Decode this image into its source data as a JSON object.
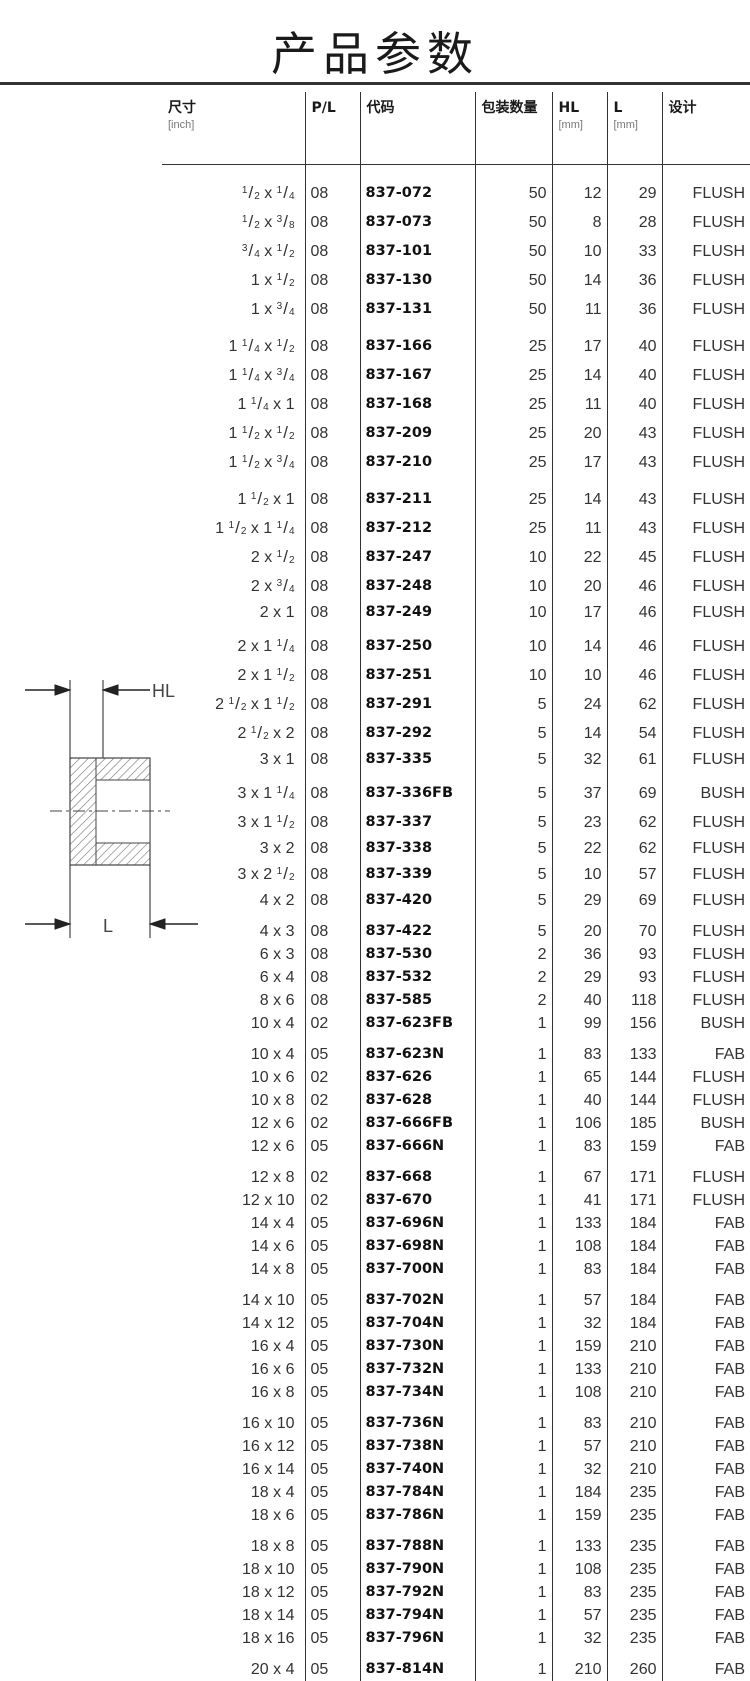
{
  "page": {
    "title": "产品参数"
  },
  "table": {
    "headers": [
      {
        "label": "尺寸",
        "unit": "[inch]"
      },
      {
        "label": "P/L",
        "unit": ""
      },
      {
        "label": "代码",
        "unit": ""
      },
      {
        "label": "包装数量",
        "unit": ""
      },
      {
        "label": "HL",
        "unit": "[mm]"
      },
      {
        "label": "L",
        "unit": "[mm]"
      },
      {
        "label": "设计",
        "unit": ""
      }
    ],
    "groups": [
      [
        {
          "size": [
            [
              null,
              "1",
              "2"
            ],
            [
              null,
              "1",
              "4"
            ]
          ],
          "pl": "08",
          "code": "837-072",
          "pack": "50",
          "hl": "12",
          "l": "29",
          "design": "FLUSH"
        },
        {
          "size": [
            [
              null,
              "1",
              "2"
            ],
            [
              null,
              "3",
              "8"
            ]
          ],
          "pl": "08",
          "code": "837-073",
          "pack": "50",
          "hl": "8",
          "l": "28",
          "design": "FLUSH"
        },
        {
          "size": [
            [
              null,
              "3",
              "4"
            ],
            [
              null,
              "1",
              "2"
            ]
          ],
          "pl": "08",
          "code": "837-101",
          "pack": "50",
          "hl": "10",
          "l": "33",
          "design": "FLUSH"
        },
        {
          "size": [
            [
              "1"
            ],
            [
              null,
              "1",
              "2"
            ]
          ],
          "pl": "08",
          "code": "837-130",
          "pack": "50",
          "hl": "14",
          "l": "36",
          "design": "FLUSH"
        },
        {
          "size": [
            [
              "1"
            ],
            [
              null,
              "3",
              "4"
            ]
          ],
          "pl": "08",
          "code": "837-131",
          "pack": "50",
          "hl": "11",
          "l": "36",
          "design": "FLUSH"
        }
      ],
      [
        {
          "size": [
            [
              "1",
              "1",
              "4"
            ],
            [
              null,
              "1",
              "2"
            ]
          ],
          "pl": "08",
          "code": "837-166",
          "pack": "25",
          "hl": "17",
          "l": "40",
          "design": "FLUSH"
        },
        {
          "size": [
            [
              "1",
              "1",
              "4"
            ],
            [
              null,
              "3",
              "4"
            ]
          ],
          "pl": "08",
          "code": "837-167",
          "pack": "25",
          "hl": "14",
          "l": "40",
          "design": "FLUSH"
        },
        {
          "size": [
            [
              "1",
              "1",
              "4"
            ],
            [
              "1"
            ]
          ],
          "pl": "08",
          "code": "837-168",
          "pack": "25",
          "hl": "11",
          "l": "40",
          "design": "FLUSH"
        },
        {
          "size": [
            [
              "1",
              "1",
              "2"
            ],
            [
              null,
              "1",
              "2"
            ]
          ],
          "pl": "08",
          "code": "837-209",
          "pack": "25",
          "hl": "20",
          "l": "43",
          "design": "FLUSH"
        },
        {
          "size": [
            [
              "1",
              "1",
              "2"
            ],
            [
              null,
              "3",
              "4"
            ]
          ],
          "pl": "08",
          "code": "837-210",
          "pack": "25",
          "hl": "17",
          "l": "43",
          "design": "FLUSH"
        }
      ],
      [
        {
          "size": [
            [
              "1",
              "1",
              "2"
            ],
            [
              "1"
            ]
          ],
          "pl": "08",
          "code": "837-211",
          "pack": "25",
          "hl": "14",
          "l": "43",
          "design": "FLUSH"
        },
        {
          "size": [
            [
              "1",
              "1",
              "2"
            ],
            [
              "1",
              "1",
              "4"
            ]
          ],
          "pl": "08",
          "code": "837-212",
          "pack": "25",
          "hl": "11",
          "l": "43",
          "design": "FLUSH"
        },
        {
          "size": [
            [
              "2"
            ],
            [
              null,
              "1",
              "2"
            ]
          ],
          "pl": "08",
          "code": "837-247",
          "pack": "10",
          "hl": "22",
          "l": "45",
          "design": "FLUSH"
        },
        {
          "size": [
            [
              "2"
            ],
            [
              null,
              "3",
              "4"
            ]
          ],
          "pl": "08",
          "code": "837-248",
          "pack": "10",
          "hl": "20",
          "l": "46",
          "design": "FLUSH"
        },
        {
          "size": [
            [
              "2"
            ],
            [
              "1"
            ]
          ],
          "pl": "08",
          "code": "837-249",
          "pack": "10",
          "hl": "17",
          "l": "46",
          "design": "FLUSH"
        }
      ],
      [
        {
          "size": [
            [
              "2"
            ],
            [
              "1",
              "1",
              "4"
            ]
          ],
          "pl": "08",
          "code": "837-250",
          "pack": "10",
          "hl": "14",
          "l": "46",
          "design": "FLUSH"
        },
        {
          "size": [
            [
              "2"
            ],
            [
              "1",
              "1",
              "2"
            ]
          ],
          "pl": "08",
          "code": "837-251",
          "pack": "10",
          "hl": "10",
          "l": "46",
          "design": "FLUSH"
        },
        {
          "size": [
            [
              "2",
              "1",
              "2"
            ],
            [
              "1",
              "1",
              "2"
            ]
          ],
          "pl": "08",
          "code": "837-291",
          "pack": "5",
          "hl": "24",
          "l": "62",
          "design": "FLUSH"
        },
        {
          "size": [
            [
              "2",
              "1",
              "2"
            ],
            [
              "2"
            ]
          ],
          "pl": "08",
          "code": "837-292",
          "pack": "5",
          "hl": "14",
          "l": "54",
          "design": "FLUSH"
        },
        {
          "size": [
            [
              "3"
            ],
            [
              "1"
            ]
          ],
          "pl": "08",
          "code": "837-335",
          "pack": "5",
          "hl": "32",
          "l": "61",
          "design": "FLUSH"
        }
      ],
      [
        {
          "size": [
            [
              "3"
            ],
            [
              "1",
              "1",
              "4"
            ]
          ],
          "pl": "08",
          "code": "837-336FB",
          "pack": "5",
          "hl": "37",
          "l": "69",
          "design": "BUSH"
        },
        {
          "size": [
            [
              "3"
            ],
            [
              "1",
              "1",
              "2"
            ]
          ],
          "pl": "08",
          "code": "837-337",
          "pack": "5",
          "hl": "23",
          "l": "62",
          "design": "FLUSH"
        },
        {
          "size": [
            [
              "3"
            ],
            [
              "2"
            ]
          ],
          "pl": "08",
          "code": "837-338",
          "pack": "5",
          "hl": "22",
          "l": "62",
          "design": "FLUSH"
        },
        {
          "size": [
            [
              "3"
            ],
            [
              "2",
              "1",
              "2"
            ]
          ],
          "pl": "08",
          "code": "837-339",
          "pack": "5",
          "hl": "10",
          "l": "57",
          "design": "FLUSH"
        },
        {
          "size": [
            [
              "4"
            ],
            [
              "2"
            ]
          ],
          "pl": "08",
          "code": "837-420",
          "pack": "5",
          "hl": "29",
          "l": "69",
          "design": "FLUSH"
        }
      ],
      [
        {
          "size": [
            [
              "4"
            ],
            [
              "3"
            ]
          ],
          "pl": "08",
          "code": "837-422",
          "pack": "5",
          "hl": "20",
          "l": "70",
          "design": "FLUSH"
        },
        {
          "size": [
            [
              "6"
            ],
            [
              "3"
            ]
          ],
          "pl": "08",
          "code": "837-530",
          "pack": "2",
          "hl": "36",
          "l": "93",
          "design": "FLUSH"
        },
        {
          "size": [
            [
              "6"
            ],
            [
              "4"
            ]
          ],
          "pl": "08",
          "code": "837-532",
          "pack": "2",
          "hl": "29",
          "l": "93",
          "design": "FLUSH"
        },
        {
          "size": [
            [
              "8"
            ],
            [
              "6"
            ]
          ],
          "pl": "08",
          "code": "837-585",
          "pack": "2",
          "hl": "40",
          "l": "118",
          "design": "FLUSH"
        },
        {
          "size": [
            [
              "10"
            ],
            [
              "4"
            ]
          ],
          "pl": "02",
          "code": "837-623FB",
          "pack": "1",
          "hl": "99",
          "l": "156",
          "design": "BUSH"
        }
      ],
      [
        {
          "size": [
            [
              "10"
            ],
            [
              "4"
            ]
          ],
          "pl": "05",
          "code": "837-623N",
          "pack": "1",
          "hl": "83",
          "l": "133",
          "design": "FAB"
        },
        {
          "size": [
            [
              "10"
            ],
            [
              "6"
            ]
          ],
          "pl": "02",
          "code": "837-626",
          "pack": "1",
          "hl": "65",
          "l": "144",
          "design": "FLUSH"
        },
        {
          "size": [
            [
              "10"
            ],
            [
              "8"
            ]
          ],
          "pl": "02",
          "code": "837-628",
          "pack": "1",
          "hl": "40",
          "l": "144",
          "design": "FLUSH"
        },
        {
          "size": [
            [
              "12"
            ],
            [
              "6"
            ]
          ],
          "pl": "02",
          "code": "837-666FB",
          "pack": "1",
          "hl": "106",
          "l": "185",
          "design": "BUSH"
        },
        {
          "size": [
            [
              "12"
            ],
            [
              "6"
            ]
          ],
          "pl": "05",
          "code": "837-666N",
          "pack": "1",
          "hl": "83",
          "l": "159",
          "design": "FAB"
        }
      ],
      [
        {
          "size": [
            [
              "12"
            ],
            [
              "8"
            ]
          ],
          "pl": "02",
          "code": "837-668",
          "pack": "1",
          "hl": "67",
          "l": "171",
          "design": "FLUSH"
        },
        {
          "size": [
            [
              "12"
            ],
            [
              "10"
            ]
          ],
          "pl": "02",
          "code": "837-670",
          "pack": "1",
          "hl": "41",
          "l": "171",
          "design": "FLUSH"
        },
        {
          "size": [
            [
              "14"
            ],
            [
              "4"
            ]
          ],
          "pl": "05",
          "code": "837-696N",
          "pack": "1",
          "hl": "133",
          "l": "184",
          "design": "FAB"
        },
        {
          "size": [
            [
              "14"
            ],
            [
              "6"
            ]
          ],
          "pl": "05",
          "code": "837-698N",
          "pack": "1",
          "hl": "108",
          "l": "184",
          "design": "FAB"
        },
        {
          "size": [
            [
              "14"
            ],
            [
              "8"
            ]
          ],
          "pl": "05",
          "code": "837-700N",
          "pack": "1",
          "hl": "83",
          "l": "184",
          "design": "FAB"
        }
      ],
      [
        {
          "size": [
            [
              "14"
            ],
            [
              "10"
            ]
          ],
          "pl": "05",
          "code": "837-702N",
          "pack": "1",
          "hl": "57",
          "l": "184",
          "design": "FAB"
        },
        {
          "size": [
            [
              "14"
            ],
            [
              "12"
            ]
          ],
          "pl": "05",
          "code": "837-704N",
          "pack": "1",
          "hl": "32",
          "l": "184",
          "design": "FAB"
        },
        {
          "size": [
            [
              "16"
            ],
            [
              "4"
            ]
          ],
          "pl": "05",
          "code": "837-730N",
          "pack": "1",
          "hl": "159",
          "l": "210",
          "design": "FAB"
        },
        {
          "size": [
            [
              "16"
            ],
            [
              "6"
            ]
          ],
          "pl": "05",
          "code": "837-732N",
          "pack": "1",
          "hl": "133",
          "l": "210",
          "design": "FAB"
        },
        {
          "size": [
            [
              "16"
            ],
            [
              "8"
            ]
          ],
          "pl": "05",
          "code": "837-734N",
          "pack": "1",
          "hl": "108",
          "l": "210",
          "design": "FAB"
        }
      ],
      [
        {
          "size": [
            [
              "16"
            ],
            [
              "10"
            ]
          ],
          "pl": "05",
          "code": "837-736N",
          "pack": "1",
          "hl": "83",
          "l": "210",
          "design": "FAB"
        },
        {
          "size": [
            [
              "16"
            ],
            [
              "12"
            ]
          ],
          "pl": "05",
          "code": "837-738N",
          "pack": "1",
          "hl": "57",
          "l": "210",
          "design": "FAB"
        },
        {
          "size": [
            [
              "16"
            ],
            [
              "14"
            ]
          ],
          "pl": "05",
          "code": "837-740N",
          "pack": "1",
          "hl": "32",
          "l": "210",
          "design": "FAB"
        },
        {
          "size": [
            [
              "18"
            ],
            [
              "4"
            ]
          ],
          "pl": "05",
          "code": "837-784N",
          "pack": "1",
          "hl": "184",
          "l": "235",
          "design": "FAB"
        },
        {
          "size": [
            [
              "18"
            ],
            [
              "6"
            ]
          ],
          "pl": "05",
          "code": "837-786N",
          "pack": "1",
          "hl": "159",
          "l": "235",
          "design": "FAB"
        }
      ],
      [
        {
          "size": [
            [
              "18"
            ],
            [
              "8"
            ]
          ],
          "pl": "05",
          "code": "837-788N",
          "pack": "1",
          "hl": "133",
          "l": "235",
          "design": "FAB"
        },
        {
          "size": [
            [
              "18"
            ],
            [
              "10"
            ]
          ],
          "pl": "05",
          "code": "837-790N",
          "pack": "1",
          "hl": "108",
          "l": "235",
          "design": "FAB"
        },
        {
          "size": [
            [
              "18"
            ],
            [
              "12"
            ]
          ],
          "pl": "05",
          "code": "837-792N",
          "pack": "1",
          "hl": "83",
          "l": "235",
          "design": "FAB"
        },
        {
          "size": [
            [
              "18"
            ],
            [
              "14"
            ]
          ],
          "pl": "05",
          "code": "837-794N",
          "pack": "1",
          "hl": "57",
          "l": "235",
          "design": "FAB"
        },
        {
          "size": [
            [
              "18"
            ],
            [
              "16"
            ]
          ],
          "pl": "05",
          "code": "837-796N",
          "pack": "1",
          "hl": "32",
          "l": "235",
          "design": "FAB"
        }
      ],
      [
        {
          "size": [
            [
              "20"
            ],
            [
              "4"
            ]
          ],
          "pl": "05",
          "code": "837-814N",
          "pack": "1",
          "hl": "210",
          "l": "260",
          "design": "FAB"
        }
      ]
    ]
  },
  "diagram": {
    "hl_label": "HL",
    "l_label": "L"
  }
}
